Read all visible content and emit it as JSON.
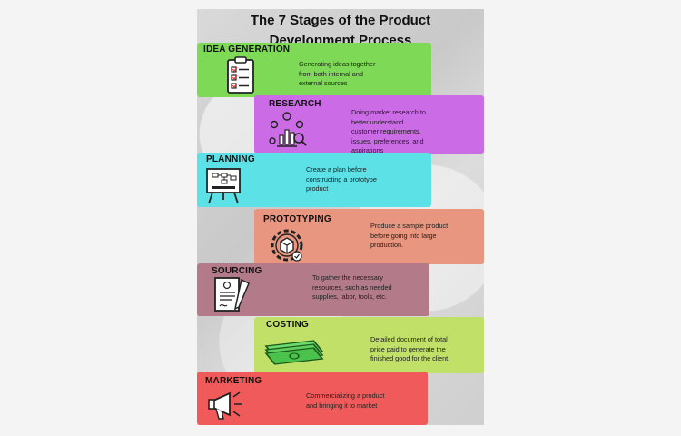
{
  "title_line1": "The 7 Stages of the Product",
  "title_line2": "Development Process",
  "stages": [
    {
      "label": "IDEA GENERATION",
      "desc": "Generating ideas together\nfrom both internal and\nexternal sources",
      "color": "#7ed957",
      "icon": "clipboard-checklist-icon"
    },
    {
      "label": "RESEARCH",
      "desc": "Doing market research to\nbetter understand\ncustomer requirements,\nissues, preferences, and\naspirations",
      "color": "#cb6ce6",
      "icon": "analytics-people-icon"
    },
    {
      "label": "PLANNING",
      "desc": "Create a plan before\nconstructing a prototype\nproduct",
      "color": "#5ce1e6",
      "icon": "whiteboard-plan-icon"
    },
    {
      "label": "PROTOTYPING",
      "desc": "Produce a sample product\nbefore going into large\nproduction.",
      "color": "#e8967f",
      "icon": "gear-box-icon"
    },
    {
      "label": "SOURCING",
      "desc": "To gather the necessary\nresources, such as needed\nsupplies, labor, tools, etc.",
      "color": "#b37a8a",
      "icon": "contract-pen-icon"
    },
    {
      "label": "COSTING",
      "desc": "Detailed document of total\nprice paid to generate the\nfinished good for the client.",
      "color": "#c1e068",
      "icon": "money-stack-icon"
    },
    {
      "label": "MARKETING",
      "desc": "Commercializing a product\nand bringing it to market",
      "color": "#f15a5a",
      "icon": "megaphone-icon"
    }
  ]
}
